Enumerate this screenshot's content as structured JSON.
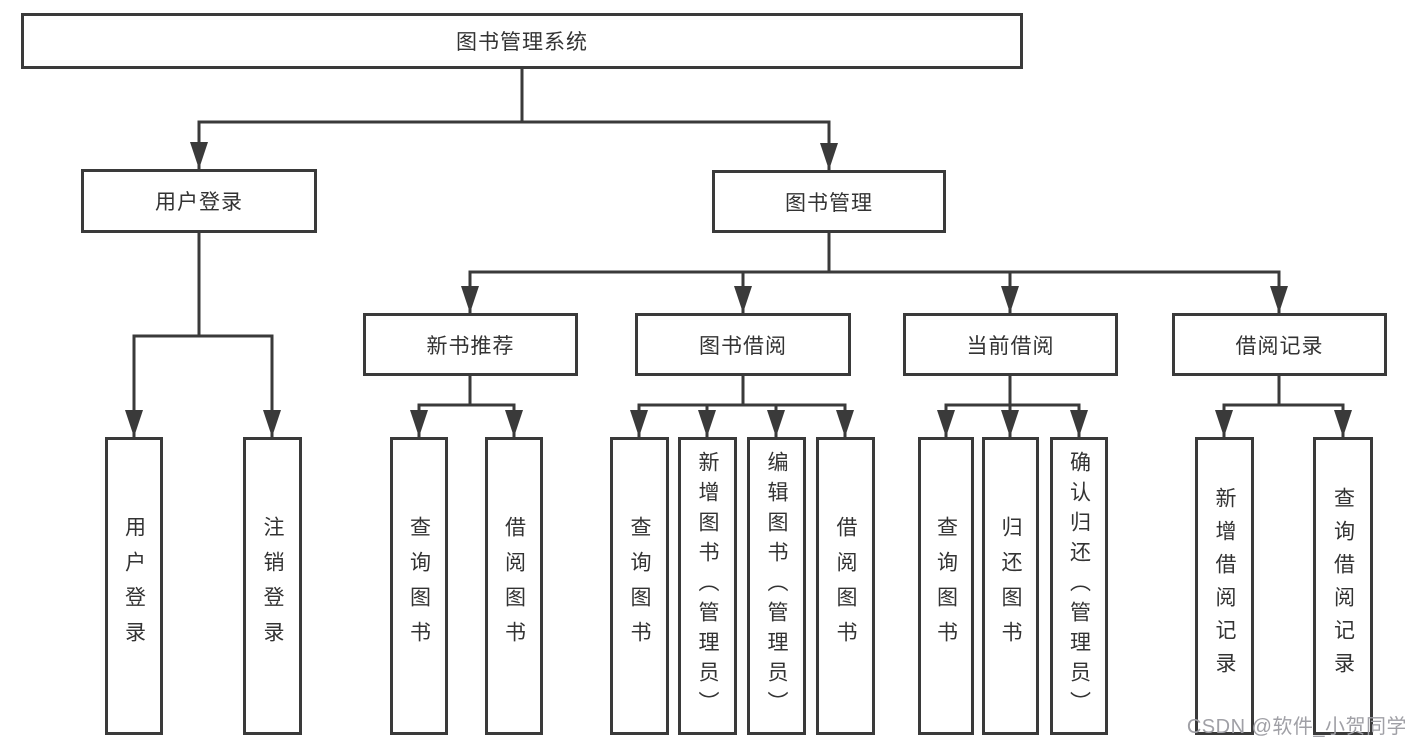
{
  "diagram": {
    "tree": {
      "label": "图书管理系统",
      "children": [
        {
          "label": "用户登录",
          "children": [
            {
              "label": "用户登录"
            },
            {
              "label": "注销登录"
            }
          ]
        },
        {
          "label": "图书管理",
          "children": [
            {
              "label": "新书推荐",
              "children": [
                {
                  "label": "查询图书"
                },
                {
                  "label": "借阅图书"
                }
              ]
            },
            {
              "label": "图书借阅",
              "children": [
                {
                  "label": "查询图书"
                },
                {
                  "label": "新增图书（管理员）"
                },
                {
                  "label": "编辑图书（管理员）"
                },
                {
                  "label": "借阅图书"
                }
              ]
            },
            {
              "label": "当前借阅",
              "children": [
                {
                  "label": "查询图书"
                },
                {
                  "label": "归还图书"
                },
                {
                  "label": "确认归还（管理员）"
                }
              ]
            },
            {
              "label": "借阅记录",
              "children": [
                {
                  "label": "新增借阅记录"
                },
                {
                  "label": "查询借阅记录"
                }
              ]
            }
          ]
        }
      ]
    },
    "colors": {
      "stroke": "#3a3a3a",
      "box_fill": "#ffffff",
      "text": "#333333",
      "watermark": "#a0a0a6"
    }
  },
  "watermark": {
    "text": "CSDN @软件_小贺同学"
  }
}
